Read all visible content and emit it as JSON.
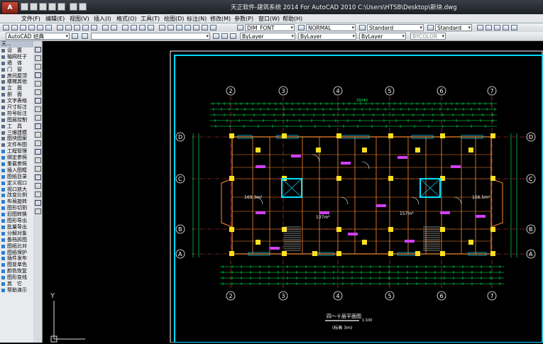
{
  "app": {
    "title": "天正软件-建筑系统 2014  For AutoCAD 2010      C:\\Users\\HTSB\\Desktop\\新块.dwg",
    "logo_letter": "A"
  },
  "menu": [
    {
      "label": "文件(F)"
    },
    {
      "label": "编辑(E)"
    },
    {
      "label": "视图(V)"
    },
    {
      "label": "插入(I)"
    },
    {
      "label": "格式(O)"
    },
    {
      "label": "工具(T)"
    },
    {
      "label": "绘图(D)"
    },
    {
      "label": "标注(N)"
    },
    {
      "label": "修改(M)"
    },
    {
      "label": "参数(P)"
    },
    {
      "label": "窗口(W)"
    },
    {
      "label": "帮助(H)"
    }
  ],
  "toolbar": {
    "workspace": "AutoCAD 经典",
    "text_style": "DIM_FONT",
    "dim_style": "NORMAL",
    "table_style": "Standard",
    "multileader_style": "Standard",
    "layer": "ByLayer",
    "linetype": "ByLayer",
    "lineweight": "ByLayer",
    "plotstyle": "BYCOLOR"
  },
  "sidebar": {
    "header": "天...",
    "items": [
      {
        "label": "设　置"
      },
      {
        "label": "轴网柱子"
      },
      {
        "label": "墙　体"
      },
      {
        "label": "门　窗"
      },
      {
        "label": "房间屋顶"
      },
      {
        "label": "楼梯其他"
      },
      {
        "label": "立　面"
      },
      {
        "label": "剖　面"
      },
      {
        "label": "文字表格"
      },
      {
        "label": "尺寸标注"
      },
      {
        "label": "符号标注"
      },
      {
        "label": "图层控制"
      },
      {
        "label": "工　具"
      },
      {
        "label": "三维建模"
      },
      {
        "label": "图块图案"
      },
      {
        "label": "文件布图"
      },
      {
        "label": "工程管理"
      },
      {
        "label": "绑定参照"
      },
      {
        "label": "重载参照"
      },
      {
        "label": "插入图框"
      },
      {
        "label": "图纸目录"
      },
      {
        "label": "定义视口"
      },
      {
        "label": "视口放大"
      },
      {
        "label": "改变比例"
      },
      {
        "label": "布局旋转"
      },
      {
        "label": "图形切割"
      },
      {
        "label": "旧图转换"
      },
      {
        "label": "图形导出"
      },
      {
        "label": "批量导出"
      },
      {
        "label": "分解对象"
      },
      {
        "label": "备档拆图"
      },
      {
        "label": "图纸比对"
      },
      {
        "label": "图纸保护"
      },
      {
        "label": "插件发布"
      },
      {
        "label": "图变单色"
      },
      {
        "label": "颜色恢复"
      },
      {
        "label": "图形变线"
      },
      {
        "label": "其　它"
      },
      {
        "label": "帮助演示"
      }
    ]
  },
  "drawing": {
    "axes_top": [
      "2",
      "3",
      "4",
      "5",
      "6",
      "7"
    ],
    "axes_side": [
      "D",
      "C",
      "B",
      "A"
    ],
    "overall_dim": "29240",
    "area_left": "169.3m²",
    "area_right": "156.5m²",
    "area_mid_left": "137m²",
    "area_mid_right": "157m²",
    "plan_title": "四～十层平面图",
    "plan_scale": "1:100",
    "plan_subtitle": "(标高 3m)",
    "ucs_y": "Y"
  }
}
